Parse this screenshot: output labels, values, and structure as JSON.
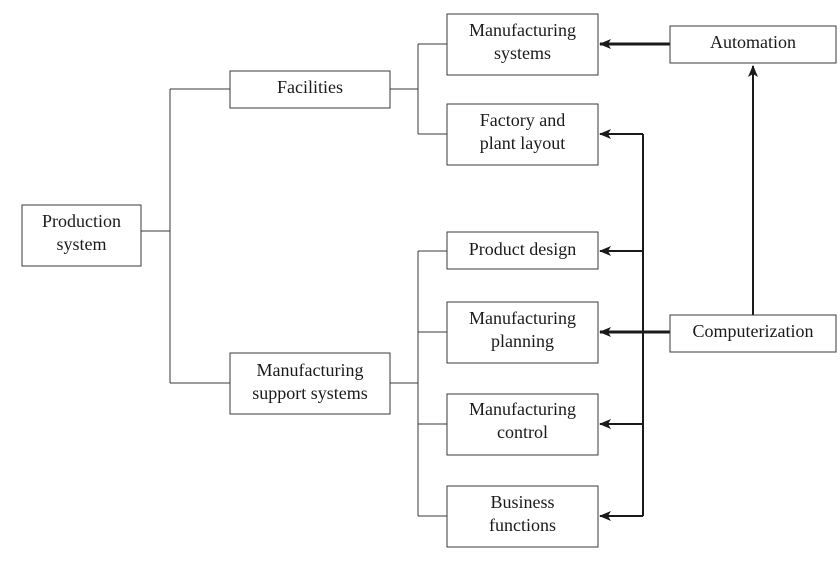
{
  "nodes": {
    "production_system": {
      "lines": [
        "Production",
        "system"
      ]
    },
    "facilities": {
      "lines": [
        "Facilities"
      ]
    },
    "manufacturing_support_systems": {
      "lines": [
        "Manufacturing",
        "support systems"
      ]
    },
    "manufacturing_systems": {
      "lines": [
        "Manufacturing",
        "systems"
      ]
    },
    "factory_plant_layout": {
      "lines": [
        "Factory and",
        "plant layout"
      ]
    },
    "product_design": {
      "lines": [
        "Product design"
      ]
    },
    "manufacturing_planning": {
      "lines": [
        "Manufacturing",
        "planning"
      ]
    },
    "manufacturing_control": {
      "lines": [
        "Manufacturing",
        "control"
      ]
    },
    "business_functions": {
      "lines": [
        "Business",
        "functions"
      ]
    },
    "automation": {
      "lines": [
        "Automation"
      ]
    },
    "computerization": {
      "lines": [
        "Computerization"
      ]
    }
  },
  "colors": {
    "box_stroke": "#3a3a3a",
    "arrow": "#1a1a1a",
    "text": "#1a1a1a"
  }
}
